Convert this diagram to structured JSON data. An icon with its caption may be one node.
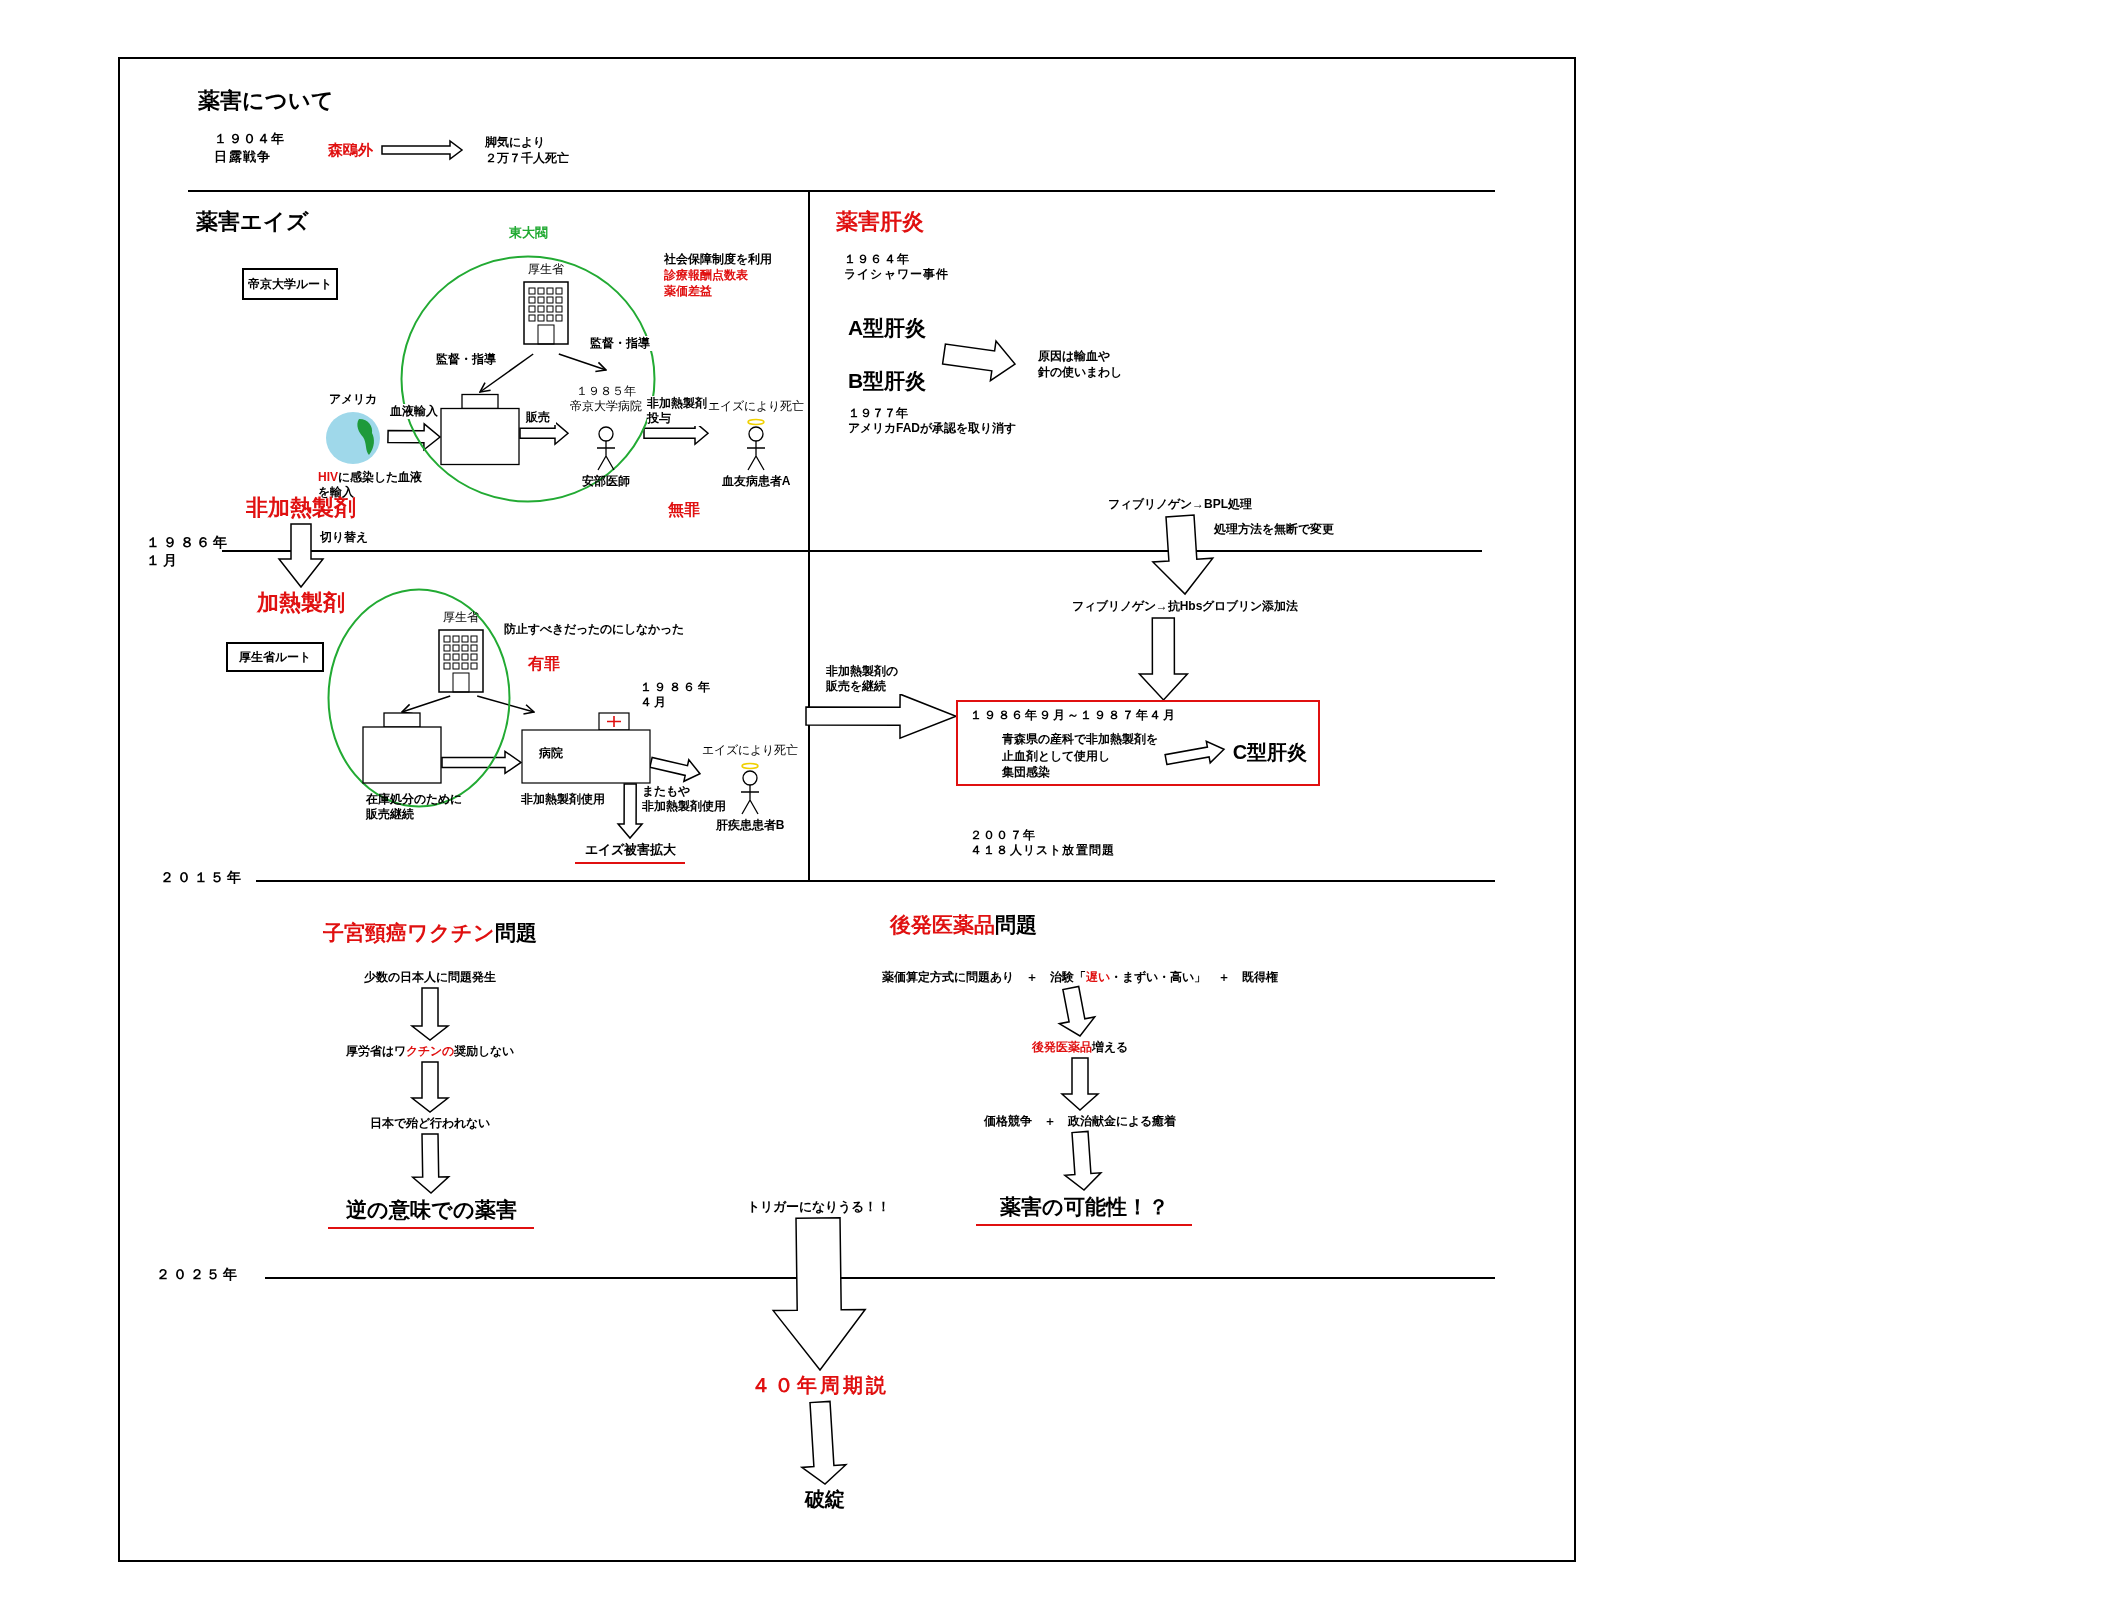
{
  "diagram": {
    "title": "薬害について",
    "nodes": [
      {
        "text": [
          "１９０４年日露戦争"
        ]
      },
      {
        "text": [
          "森鴎外"
        ]
      },
      {
        "text": [
          "脚気により２万７千人死亡"
        ]
      },
      {
        "text": [
          "帝京大学ルート"
        ]
      },
      {
        "text": [
          "東大閥"
        ]
      },
      {
        "text": [
          "厚生省"
        ],
        "in": 4
      },
      {
        "text": [],
        "shape": "box",
        "in": 4
      },
      {
        "text": [
          "アメリカ"
        ],
        "beside": [
          "HIVに感染した血液を輸入"
        ]
      },
      {
        "text": [
          "１９８５年帝京大学病院"
        ],
        "beside": [
          "安部医師"
        ],
        "in": 4
      },
      {
        "text": [
          "エイズにより死亡"
        ],
        "beside": [
          "血友病患者A"
        ]
      },
      {
        "text": [
          "非加熱製剤"
        ]
      },
      {
        "text": [
          "加熱製剤"
        ]
      },
      {
        "text": [
          "厚生省ルート"
        ]
      },
      {
        "text": [],
        "shape": "circle"
      },
      {
        "text": [
          "厚生省"
        ],
        "in": 13
      },
      {
        "text": [],
        "shape": "box",
        "in": 13,
        "beside": [
          "在庫処分のために販売継続"
        ]
      },
      {
        "text": [
          "病院"
        ],
        "beside": [
          "非加熱製剤使用"
        ]
      },
      {
        "text": [
          "エイズにより死亡"
        ],
        "beside": [
          "肝疾患患者B"
        ]
      },
      {
        "text": [
          "エイズ被害拡大"
        ]
      },
      {
        "text": [
          "A型肝炎",
          "B型肝炎"
        ]
      },
      {
        "text": [
          "原因は輸血や針の使いまわし"
        ]
      },
      {
        "text": [
          "フィブリノゲン→BPL処理"
        ]
      },
      {
        "text": [
          "フィブリノゲン→抗Hbsグロブリン添加法"
        ]
      },
      {
        "text": [
          "１９８６年９月～１９８７年４月"
        ]
      },
      {
        "text": [
          "青森県の産科で非加熱製剤を止血剤として使用し集団感染"
        ],
        "in": 23
      },
      {
        "text": [
          "C型肝炎"
        ],
        "in": 23
      },
      {
        "text": [
          "少数の日本人に問題発生"
        ]
      },
      {
        "text": [
          "厚労省はワクチンの奨励しない"
        ]
      },
      {
        "text": [
          "日本で殆ど行われない"
        ]
      },
      {
        "text": [
          "逆の意味での薬害"
        ]
      },
      {
        "text": [
          "薬価算定方式に問題あり　＋　治験「遅い・まずい・高い」　＋　既得権"
        ]
      },
      {
        "text": [
          "後発医薬品増える"
        ]
      },
      {
        "text": [
          "価格競争　＋　政治献金による癒着"
        ]
      },
      {
        "text": [
          "薬害の可能性！？"
        ]
      },
      {
        "text": [
          "トリガーになりうる！！"
        ]
      },
      {
        "text": [
          "４０年周期説"
        ]
      },
      {
        "text": [
          "破綻"
        ]
      }
    ],
    "edges": [
      {
        "from": 1,
        "to": 2,
        "arrow": "to"
      },
      {
        "from": 5,
        "to": 6,
        "arrow": "to",
        "label": "監督・指導"
      },
      {
        "from": 5,
        "to": 8,
        "arrow": "to",
        "label": "監督・指導"
      },
      {
        "from": 7,
        "to": 6,
        "arrow": "to",
        "label": "血液輸入"
      },
      {
        "from": 6,
        "to": 8,
        "arrow": "to",
        "label": "販売"
      },
      {
        "from": 8,
        "to": 9,
        "arrow": "to",
        "label": "非加熱製剤投与"
      },
      {
        "from": 10,
        "to": 11,
        "arrow": "to",
        "label": "切り替え"
      },
      {
        "from": 14,
        "to": 15,
        "arrow": "to"
      },
      {
        "from": 14,
        "to": 16,
        "arrow": "to"
      },
      {
        "from": 15,
        "to": 16,
        "arrow": "to"
      },
      {
        "from": 16,
        "to": 17,
        "arrow": "to",
        "label": "またもや非加熱製剤使用"
      },
      {
        "from": 16,
        "to": 18,
        "arrow": "to"
      },
      {
        "from": 19,
        "to": 20,
        "arrow": "to"
      },
      {
        "from": 21,
        "to": 22,
        "arrow": "to",
        "label": "処理方法を無断で変更"
      },
      {
        "from": 22,
        "to": 23,
        "arrow": "to"
      },
      {
        "from": 24,
        "to": 25,
        "arrow": "to"
      },
      {
        "from": null,
        "to": 23,
        "arrow": "to",
        "label": "非加熱製剤の販売を継続"
      },
      {
        "from": 26,
        "to": 27,
        "arrow": "to"
      },
      {
        "from": 27,
        "to": 28,
        "arrow": "to"
      },
      {
        "from": 28,
        "to": 29,
        "arrow": "to"
      },
      {
        "from": 30,
        "to": 31,
        "arrow": "to"
      },
      {
        "from": 31,
        "to": 32,
        "arrow": "to"
      },
      {
        "from": 32,
        "to": 33,
        "arrow": "to"
      },
      {
        "from": 34,
        "to": 35,
        "arrow": "to"
      },
      {
        "from": 35,
        "to": 36,
        "arrow": "to"
      }
    ],
    "labels": [
      "薬害エイズ",
      "社会保障制度を利用",
      "診療報酬点数表",
      "薬価差益",
      "無罪",
      "１９８６年１月",
      "防止すべきだったのにしなかった",
      "有罪",
      "１９８６年４月",
      "２０１５年",
      "薬害肝炎",
      "１９６４年ライシャワー事件",
      "１９７７年アメリカFADが承認を取り消す",
      "２００７年４１８人リスト放置問題",
      "子宮頸癌ワクチン問題",
      "後発医薬品問題",
      "２０２５年"
    ]
  }
}
